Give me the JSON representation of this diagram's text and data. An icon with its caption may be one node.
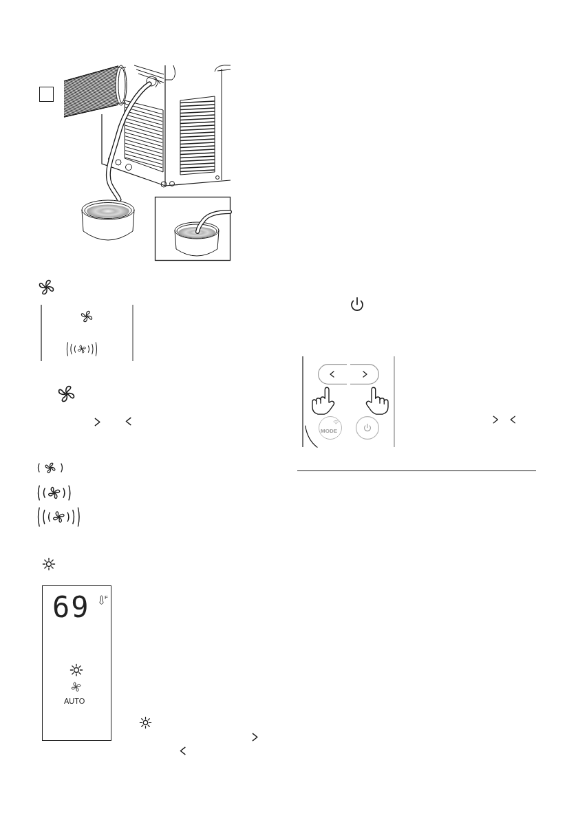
{
  "diagram": {
    "nodes": [
      {
        "text": [
          "69",
          "F",
          "AUTO"
        ]
      },
      {
        "text": [
          "MODE"
        ]
      }
    ]
  }
}
